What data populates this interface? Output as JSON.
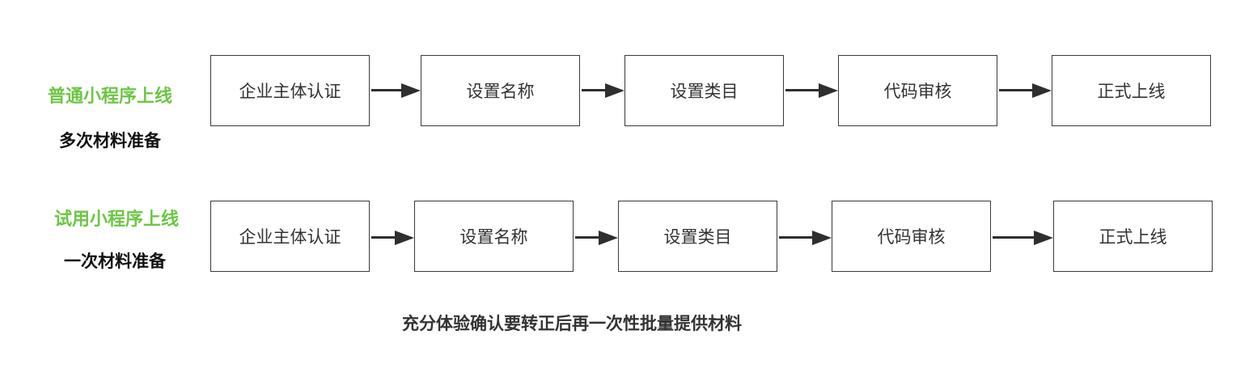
{
  "rows": [
    {
      "title": "普通小程序上线",
      "subtitle": "多次材料准备",
      "steps": [
        "企业主体认证",
        "设置名称",
        "设置类目",
        "代码审核",
        "正式上线"
      ]
    },
    {
      "title": "试用小程序上线",
      "subtitle": "一次材料准备",
      "steps": [
        "企业主体认证",
        "设置名称",
        "设置类目",
        "代码审核",
        "正式上线"
      ]
    }
  ],
  "footnote": "充分体验确认要转正后再一次性批量提供材料",
  "colors": {
    "title_green": "#6cc644",
    "subtitle_black": "#111111",
    "box_border": "#3a3a3a",
    "arrow": "#2f2f2f"
  }
}
